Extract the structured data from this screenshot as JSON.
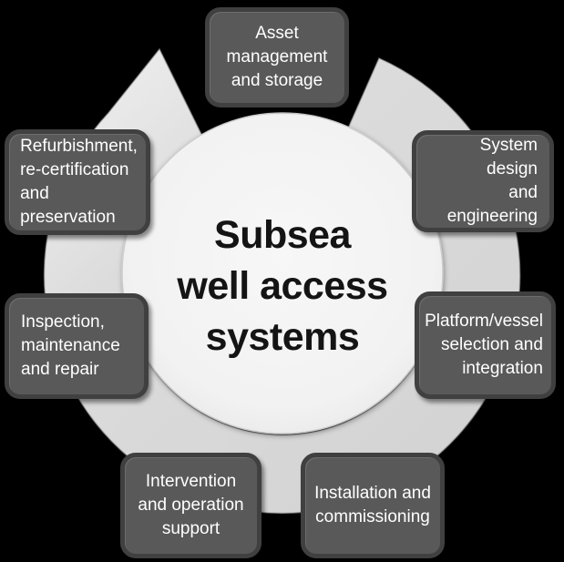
{
  "diagram": {
    "type": "cycle",
    "center": {
      "title": "Subsea\nwell access\nsystems"
    },
    "nodes": [
      {
        "id": "asset-management",
        "label": "Asset\nmanagement\nand storage",
        "align": "center",
        "position": "top"
      },
      {
        "id": "system-design",
        "label": "System design\nand\nengineering",
        "align": "right",
        "position": "right-top"
      },
      {
        "id": "platform-vessel",
        "label": "Platform/vessel\nselection and\nintegration",
        "align": "right",
        "position": "right-bottom"
      },
      {
        "id": "installation",
        "label": "Installation and\ncommissioning",
        "align": "center",
        "position": "bottom-right"
      },
      {
        "id": "intervention",
        "label": "Intervention\nand operation\nsupport",
        "align": "center",
        "position": "bottom-left"
      },
      {
        "id": "inspection",
        "label": "Inspection,\nmaintenance\nand repair",
        "align": "left",
        "position": "left-bottom"
      },
      {
        "id": "refurbishment",
        "label": "Refurbishment,\nre-certification\nand\npreservation",
        "align": "left",
        "position": "left-top"
      }
    ],
    "arrow_direction": "clockwise"
  },
  "colors": {
    "background": "#000000",
    "box_fill": "#595959",
    "box_border": "#404040",
    "box_text": "#ffffff",
    "arrow_band": "#d9d9d9",
    "center_disc": "#f3f3f3",
    "title_text": "#141414"
  }
}
